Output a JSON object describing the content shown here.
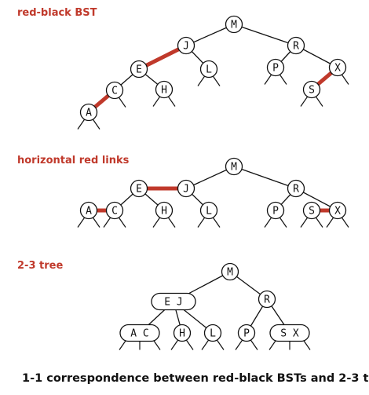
{
  "titles": {
    "rb": "red-black BST",
    "horizontal": "horizontal red links",
    "twothree": "2-3 tree"
  },
  "caption": "1-1 correspondence between red-black BSTs and 2-3 trees",
  "colors": {
    "red": "#c0392b",
    "black": "#111111"
  },
  "diagrams": [
    {
      "id": "rb",
      "nodes": {
        "M": "M",
        "J": "J",
        "E": "E",
        "C": "C",
        "A": "A",
        "H": "H",
        "L": "L",
        "R": "R",
        "P": "P",
        "X": "X",
        "S": "S"
      },
      "links": [
        [
          "M",
          "J",
          "black"
        ],
        [
          "M",
          "R",
          "black"
        ],
        [
          "J",
          "E",
          "red"
        ],
        [
          "J",
          "L",
          "black"
        ],
        [
          "E",
          "C",
          "black"
        ],
        [
          "E",
          "H",
          "black"
        ],
        [
          "C",
          "A",
          "red"
        ],
        [
          "R",
          "P",
          "black"
        ],
        [
          "R",
          "X",
          "black"
        ],
        [
          "X",
          "S",
          "red"
        ]
      ]
    },
    {
      "id": "horizontal",
      "nodes": {
        "M": "M",
        "J": "J",
        "E": "E",
        "C": "C",
        "A": "A",
        "H": "H",
        "L": "L",
        "R": "R",
        "P": "P",
        "X": "X",
        "S": "S"
      },
      "links": [
        [
          "M",
          "J",
          "black"
        ],
        [
          "M",
          "R",
          "black"
        ],
        [
          "E",
          "J",
          "red"
        ],
        [
          "J",
          "L",
          "black"
        ],
        [
          "E",
          "C",
          "black"
        ],
        [
          "E",
          "H",
          "black"
        ],
        [
          "A",
          "C",
          "red"
        ],
        [
          "R",
          "P",
          "black"
        ],
        [
          "R",
          "X",
          "black"
        ],
        [
          "S",
          "X",
          "red"
        ]
      ]
    },
    {
      "id": "twothree",
      "nodes": {
        "M": "M",
        "EJ": "E J",
        "R": "R",
        "AC": "A C",
        "H": "H",
        "L": "L",
        "P": "P",
        "SX": "S X"
      },
      "links": [
        [
          "M",
          "EJ",
          "black"
        ],
        [
          "M",
          "R",
          "black"
        ],
        [
          "EJ",
          "AC",
          "black"
        ],
        [
          "EJ",
          "H",
          "black"
        ],
        [
          "EJ",
          "L",
          "black"
        ],
        [
          "R",
          "P",
          "black"
        ],
        [
          "R",
          "SX",
          "black"
        ]
      ]
    }
  ]
}
